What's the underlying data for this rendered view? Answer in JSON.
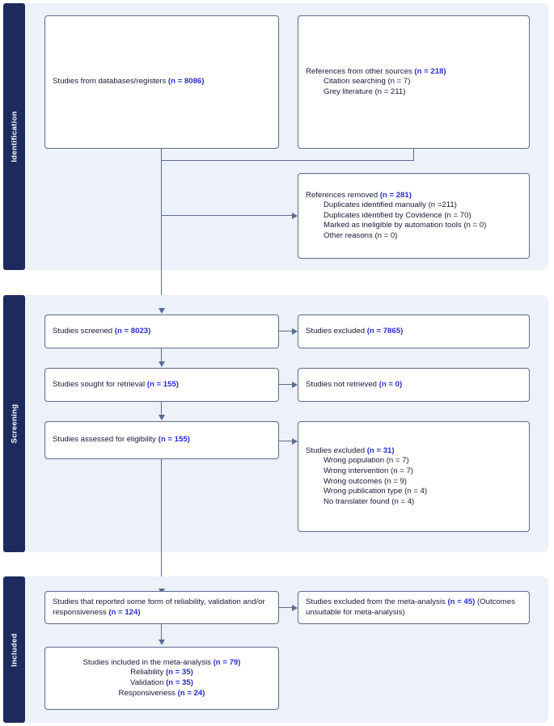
{
  "diagram": {
    "title": "PRISMA flow diagram",
    "accent_navy": "#1d2a5e",
    "panel_bg": "#edf1fa",
    "box_border": "#5a6c8e",
    "count_color": "#2a2ad0"
  },
  "sections": [
    {
      "label": "Identification"
    },
    {
      "label": "Screening"
    },
    {
      "label": "Included"
    }
  ],
  "boxes": {
    "databases": {
      "text": "Studies from databases/registers ",
      "count": "(n = 8086)"
    },
    "other_sources": {
      "text": "References from other sources ",
      "count": "(n = 218)",
      "sub1": "Citation searching (n = 7)",
      "sub2": "Grey literature (n = 211)"
    },
    "removed": {
      "text": "References removed ",
      "count": "(n = 281)",
      "sub1": "Duplicates identified manually (n =211)",
      "sub2": "Duplicates identified by Covidence (n = 70)",
      "sub3": "Marked as ineligible by automation tools (n = 0)",
      "sub4": "Other reasons (n = 0)"
    },
    "screened": {
      "text": "Studies screened ",
      "count": "(n = 8023)"
    },
    "screened_excluded": {
      "text": "Studies excluded ",
      "count": "(n = 7865)"
    },
    "sought": {
      "text": "Studies sought for retrieval ",
      "count": "(n = 155)"
    },
    "not_retrieved": {
      "text": "Studies not retrieved ",
      "count": "(n = 0)"
    },
    "assessed": {
      "text": "Studies assessed for eligibility ",
      "count": "(n = 155)"
    },
    "eligibility_excluded": {
      "text": "Studies excluded ",
      "count": "(n = 31)",
      "sub1": "Wrong population (n = 7)",
      "sub2": "Wrong intervention (n = 7)",
      "sub3": "Wrong outcomes (n = 9)",
      "sub4": "Wrong publication type (n = 4)",
      "sub5": "No translater found (n = 4)"
    },
    "reported": {
      "line1": "Studies that reported some form of reliability,",
      "line2": "validation and/or responsiveness ",
      "count": "(n = 124)"
    },
    "meta_excluded": {
      "text": "Studies excluded from the meta-analysis ",
      "count": "(n = 45)",
      "line2": "(Outcomes unsuitable for meta-analysis)"
    },
    "included": {
      "text": "Studies included in the meta-analysis ",
      "count": "(n = 79)",
      "sub1": "Reliability ",
      "sub1_count": "(n = 35)",
      "sub2": "Validation ",
      "sub2_count": "(n = 35)",
      "sub3": "Responsiveness ",
      "sub3_count": "(n = 24)"
    }
  }
}
